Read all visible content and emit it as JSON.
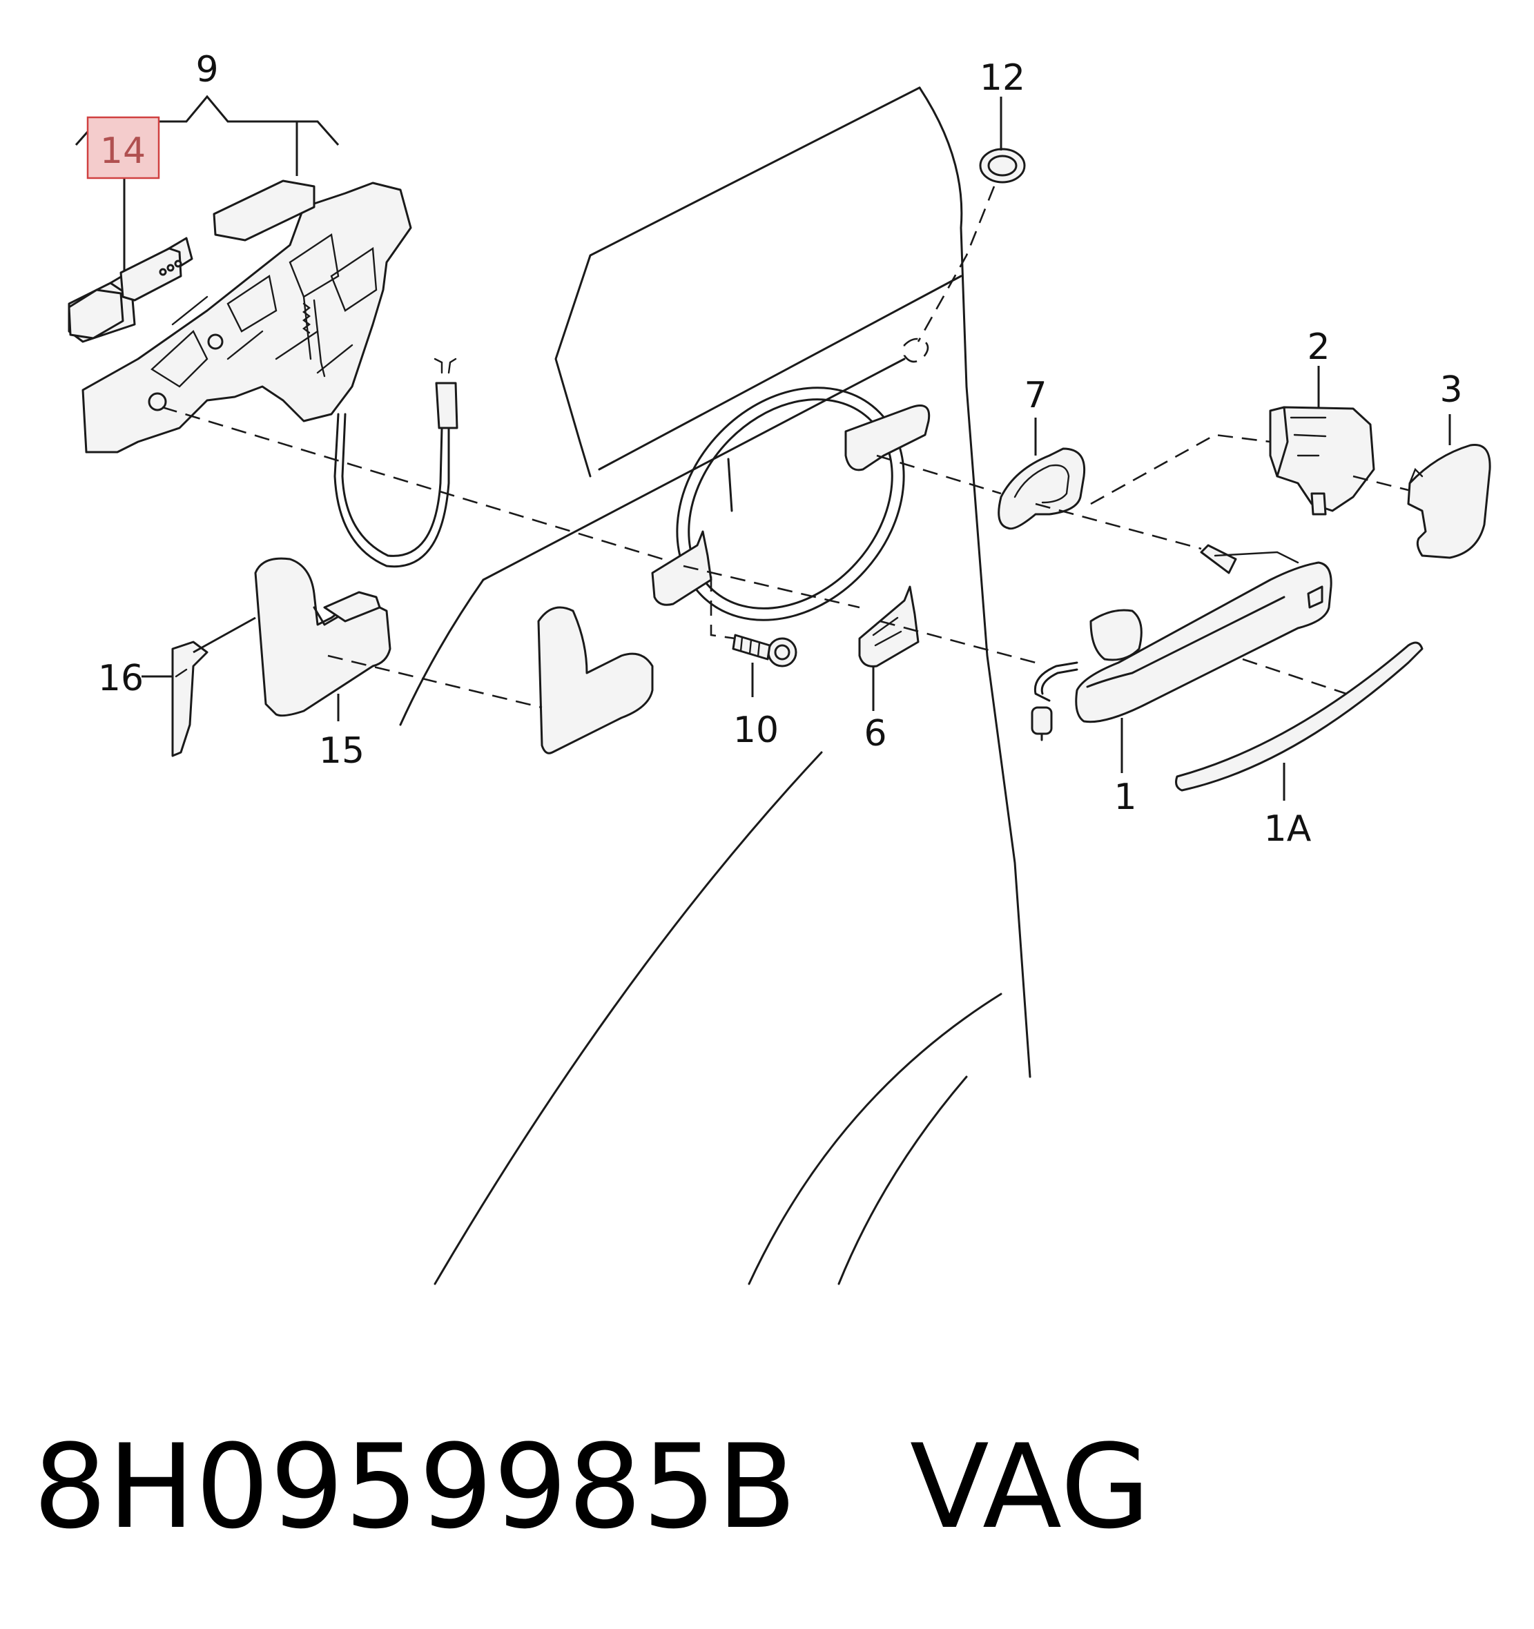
{
  "diagram": {
    "callouts": [
      {
        "id": "c9",
        "text": "9"
      },
      {
        "id": "c14",
        "text": "14",
        "highlighted": true
      },
      {
        "id": "c12",
        "text": "12"
      },
      {
        "id": "c2",
        "text": "2"
      },
      {
        "id": "c3",
        "text": "3"
      },
      {
        "id": "c7",
        "text": "7"
      },
      {
        "id": "c16",
        "text": "16"
      },
      {
        "id": "c15",
        "text": "15"
      },
      {
        "id": "c10",
        "text": "10"
      },
      {
        "id": "c6",
        "text": "6"
      },
      {
        "id": "c1",
        "text": "1"
      },
      {
        "id": "c1a",
        "text": "1A"
      }
    ],
    "highlight_color": "#f4cccc",
    "highlight_border": "#d04040"
  },
  "footer": {
    "part_number": "8H0959985B",
    "brand": "VAG",
    "full_text": "8H0959985B   VAG"
  }
}
